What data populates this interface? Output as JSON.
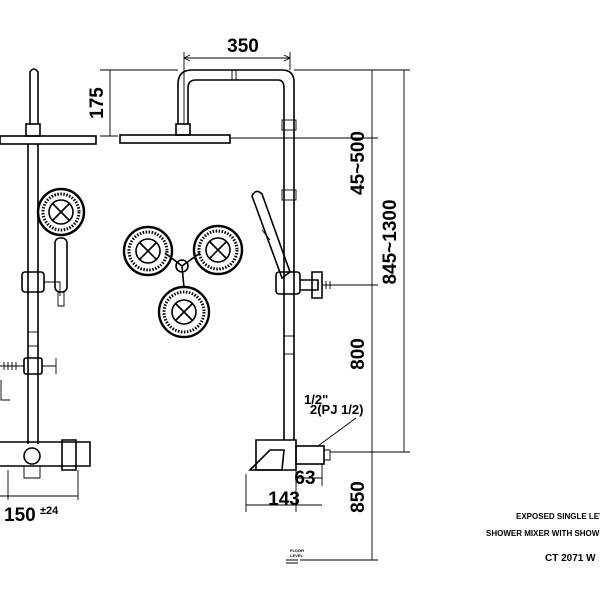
{
  "dimensions": {
    "width_top": "350",
    "arm_height": "175",
    "arm_range": "45~500",
    "total_range": "845~1300",
    "handset_height": "800",
    "mixer_height": "850",
    "inlet_depth": "63",
    "mixer_depth": "143",
    "center_distance": "150",
    "center_tolerance": "±24"
  },
  "connection": {
    "top": "1/2\"",
    "bottom": "2(PJ 1/2)"
  },
  "floor_label": {
    "line1": "FLOOR",
    "line2": "LEVEL"
  },
  "title_block": {
    "line1": "EXPOSED SINGLE LEVER",
    "line2": "SHOWER MIXER WITH SHOWER",
    "code": "CT 2071 W"
  }
}
